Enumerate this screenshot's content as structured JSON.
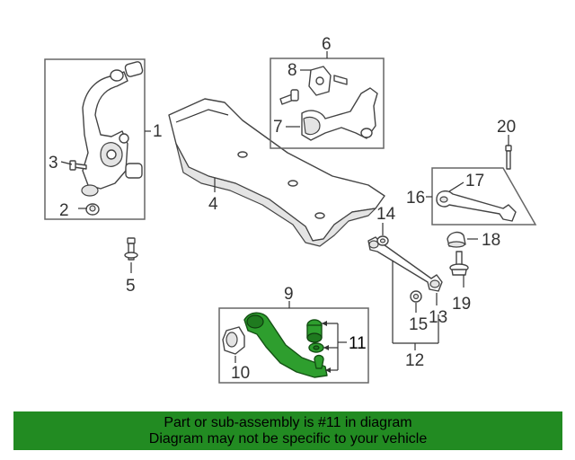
{
  "callouts": {
    "c1": "1",
    "c2": "2",
    "c3": "3",
    "c4": "4",
    "c5": "5",
    "c6": "6",
    "c7": "7",
    "c8": "8",
    "c9": "9",
    "c10": "10",
    "c11": "11",
    "c12": "12",
    "c13": "13",
    "c14": "14",
    "c15": "15",
    "c16": "16",
    "c17": "17",
    "c18": "18",
    "c19": "19",
    "c20": "20"
  },
  "banner": {
    "line1": "Part or sub-assembly is #11 in diagram",
    "line2": "Diagram may not be specific to your vehicle"
  },
  "colors": {
    "highlight": "#2e9e2e",
    "banner": "#228b22"
  }
}
